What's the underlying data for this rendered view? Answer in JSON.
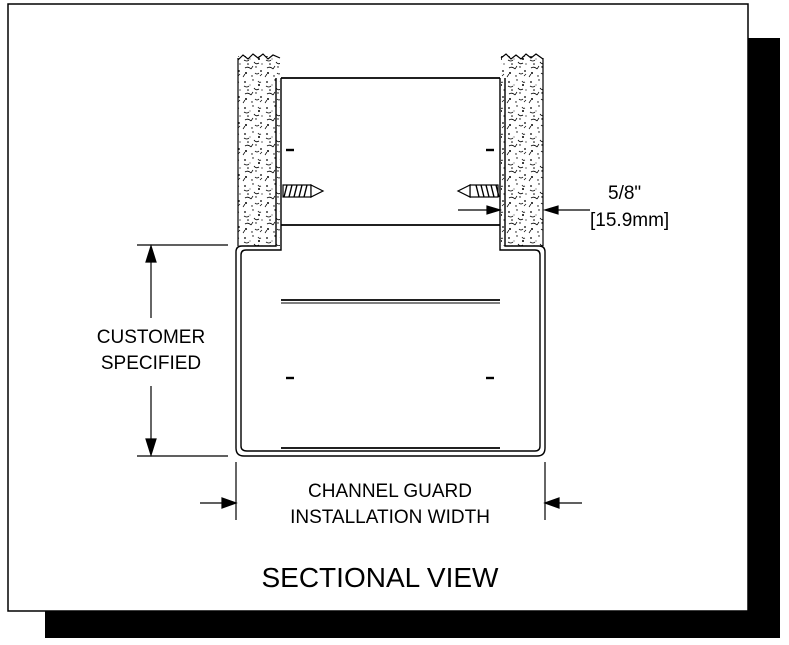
{
  "title": "SECTIONAL VIEW",
  "labels": {
    "height_line1": "CUSTOMER",
    "height_line2": "SPECIFIED",
    "width_line1": "CHANNEL GUARD",
    "width_line2": "INSTALLATION WIDTH",
    "offset_line1": "5/8\"",
    "offset_line2": "[15.9mm]"
  },
  "colors": {
    "ink": "#000000",
    "paper": "#ffffff",
    "shadow": "#000000"
  }
}
